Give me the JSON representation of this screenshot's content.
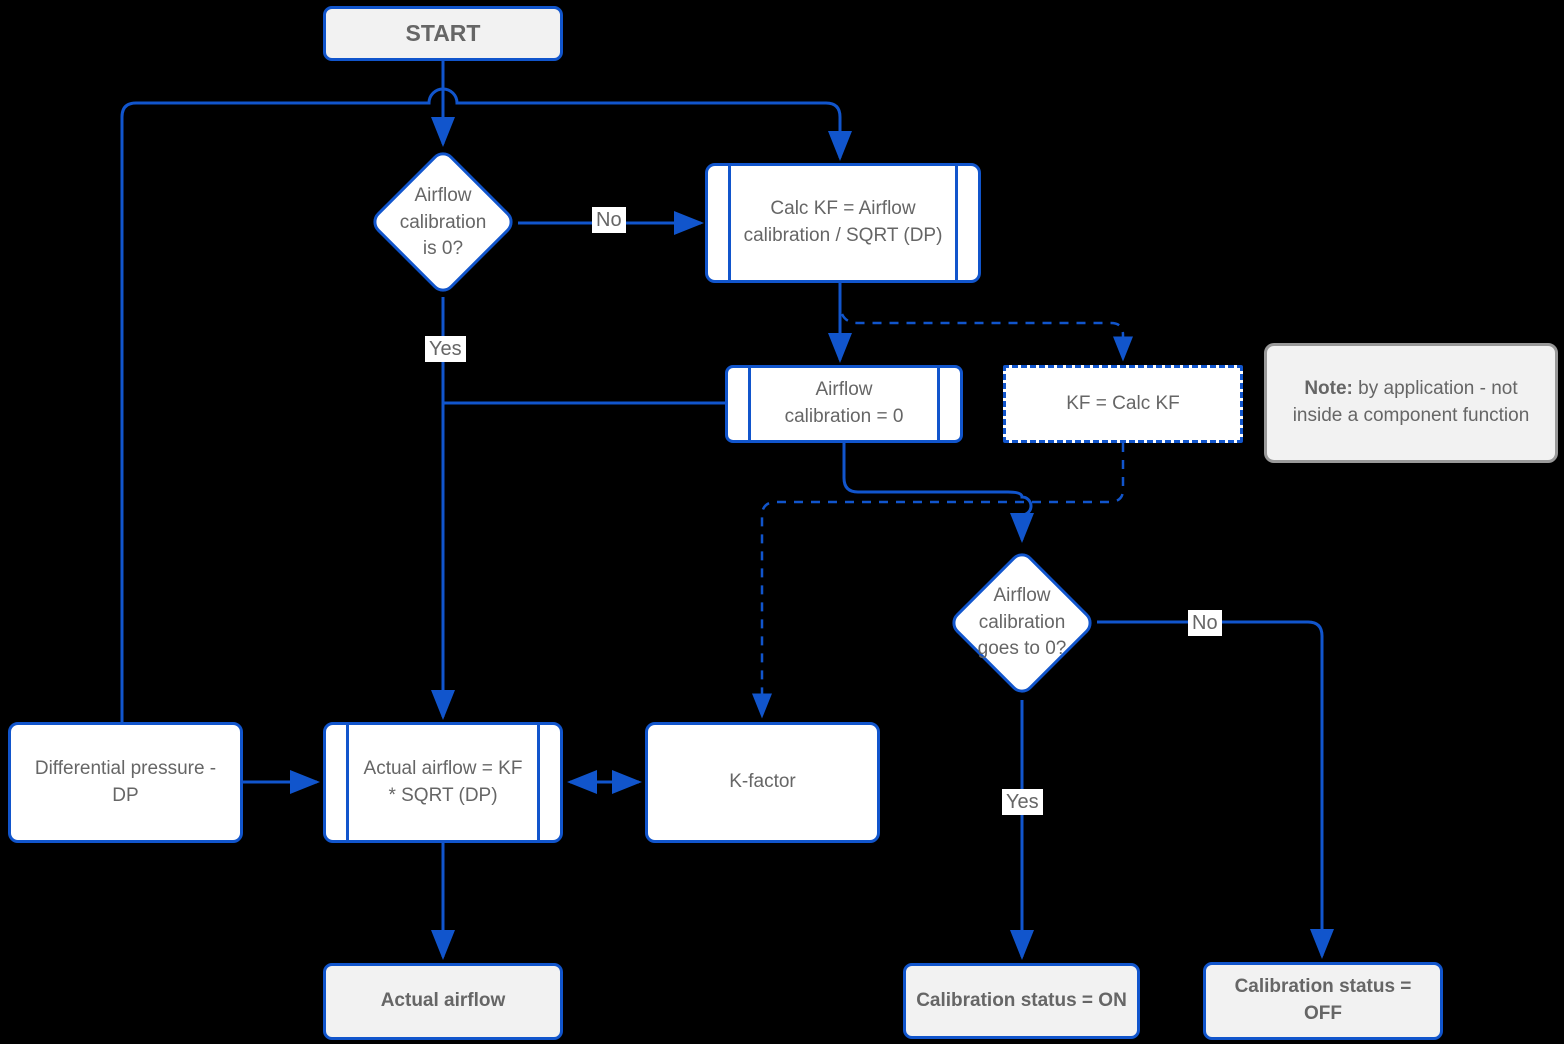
{
  "colors": {
    "accent": "#1155cc",
    "node_fill": "#ffffff",
    "terminator_fill": "#f2f2f2",
    "text": "#666666",
    "note_border": "#999999",
    "background": "#000000"
  },
  "nodes": {
    "start": {
      "label": "START"
    },
    "decision_airflow_is_0": {
      "label": "Airflow calibration is 0?"
    },
    "calc_kf": {
      "label": "Calc KF = Airflow calibration / SQRT (DP)"
    },
    "airflow_calibration_0": {
      "label": "Airflow calibration = 0"
    },
    "kf_calc_kf": {
      "label": "KF = Calc KF"
    },
    "note": {
      "bold": "Note:",
      "text": " by application - not inside a component function"
    },
    "decision_goes_to_0": {
      "label": "Airflow calibration goes to 0?"
    },
    "diff_pressure": {
      "label": "Differential pressure - DP"
    },
    "actual_airflow_eq": {
      "label": "Actual airflow = KF * SQRT (DP)"
    },
    "k_factor": {
      "label": "K-factor"
    },
    "actual_airflow": {
      "label": "Actual airflow"
    },
    "calibration_on": {
      "label": "Calibration status = ON"
    },
    "calibration_off": {
      "label": "Calibration status = OFF"
    }
  },
  "edge_labels": {
    "no1": "No",
    "yes1": "Yes",
    "no2": "No",
    "yes2": "Yes"
  }
}
